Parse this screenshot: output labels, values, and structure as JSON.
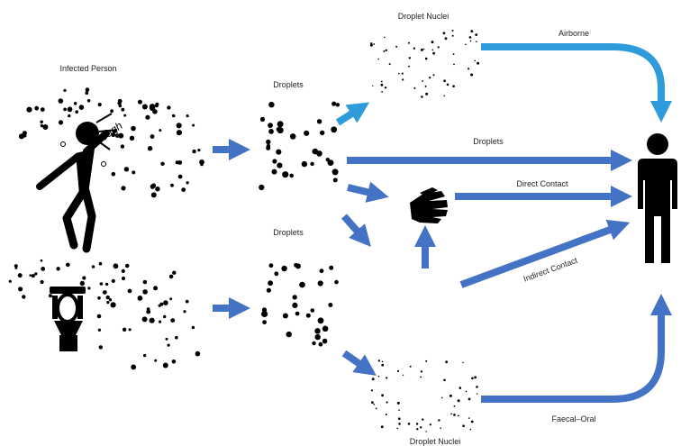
{
  "labels": {
    "infected_person": "Infected Person",
    "cough": "cough",
    "droplets_top": "Droplets",
    "droplets_bottom": "Droplets",
    "droplet_nuclei_top": "Droplet Nuclei",
    "droplet_nuclei_bottom": "Droplet Nuclei",
    "airborne": "Airborne",
    "droplets_path": "Droplets",
    "direct_contact": "Direct Contact",
    "indirect_contact": "Indirect Contact",
    "faecal_oral": "Faecal–Oral"
  },
  "icons": {
    "infected_person": "coughing-person-icon",
    "toilet": "toilet-icon",
    "hand": "hand-icon",
    "receiver": "person-icon"
  },
  "colors": {
    "arrow_dark": "#4472C4",
    "arrow_light": "#2E9BDB",
    "particles": "#000000"
  }
}
